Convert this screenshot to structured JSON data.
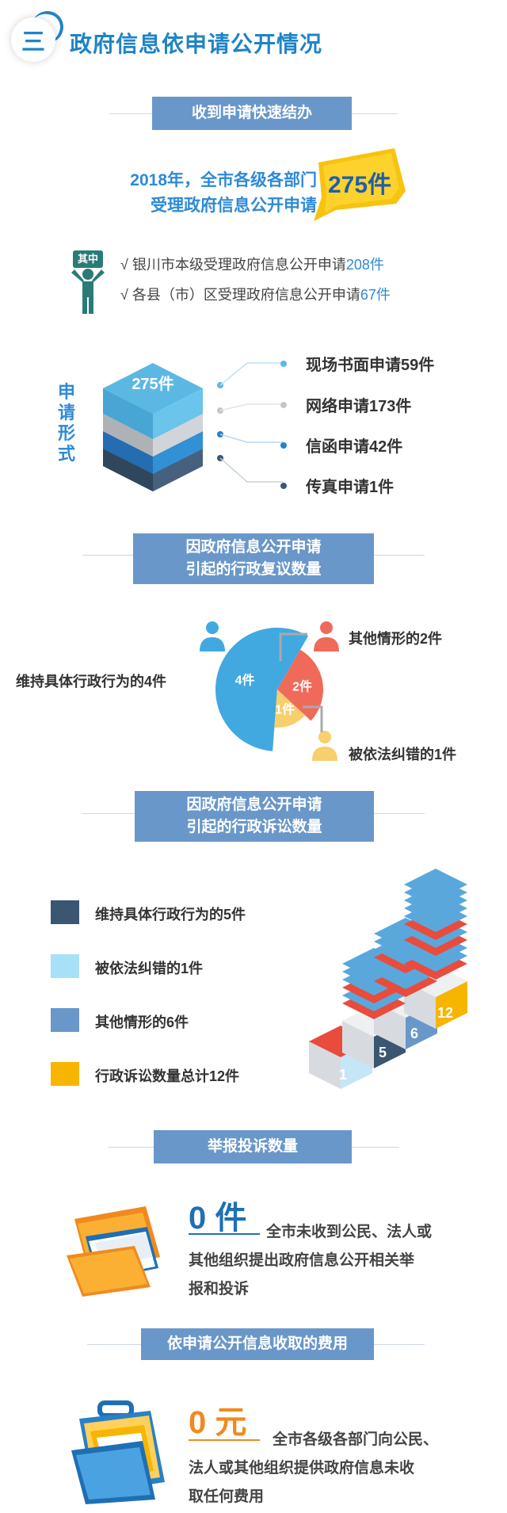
{
  "header": {
    "number": "三",
    "title": "政府信息依申请公开情况"
  },
  "section1": {
    "title": "收到申请快速结办",
    "intro_line1": "2018年，全市各级各部门",
    "intro_line2": "受理政府信息公开申请",
    "total_badge": "275件",
    "tag": "其中",
    "items": [
      {
        "prefix": "√ 银川市本级受理政府信息公开申请",
        "value": "208件"
      },
      {
        "prefix": "√ 各县（市）区受理政府信息公开申请",
        "value": "67件"
      }
    ]
  },
  "forms": {
    "label": "申请形式",
    "stack_total": "275件",
    "items": [
      {
        "label": "现场书面申请59件",
        "color": "#5bb8e3"
      },
      {
        "label": "网络申请173件",
        "color": "#c3c7cc"
      },
      {
        "label": "信函申请42件",
        "color": "#2a80c6"
      },
      {
        "label": "传真申请1件",
        "color": "#3b5671"
      }
    ],
    "colors": [
      "#5bb8e3",
      "#c3c7cc",
      "#2a80c6",
      "#3b5671"
    ]
  },
  "section2": {
    "title_line1": "因政府信息公开申请",
    "title_line2": "引起的行政复议数量",
    "labels": {
      "maintain": "维持具体行政行为的4件",
      "other": "其他情形的2件",
      "corrected": "被依法纠错的1件"
    },
    "colors": {
      "maintain": "#41a9e0",
      "other": "#f06a5a",
      "corrected": "#f7cf6c"
    }
  },
  "chart_data": {
    "type": "pie",
    "title": "",
    "categories": [
      "维持具体行政行为",
      "其他情形",
      "被依法纠错"
    ],
    "values": [
      4,
      2,
      1
    ],
    "labels": [
      "4件",
      "2件",
      "1件"
    ]
  },
  "section3": {
    "title_line1": "因政府信息公开申请",
    "title_line2": "引起的行政诉讼数量",
    "legend": [
      {
        "label": "维持具体行政行为的5件",
        "color": "#3b5671"
      },
      {
        "label": "被依法纠错的1件",
        "color": "#a8e0f8"
      },
      {
        "label": "其他情形的6件",
        "color": "#6a97c9"
      },
      {
        "label": "行政诉讼数量总计12件",
        "color": "#f7b500"
      }
    ],
    "block_numbers": [
      "1",
      "5",
      "6",
      "12"
    ]
  },
  "section4": {
    "title": "举报投诉数量",
    "big": "0 件",
    "desc1": "全市未收到公民、法人或",
    "desc2": "其他组织提出政府信息公开相关举",
    "desc3": "报和投诉"
  },
  "section5": {
    "title": "依申请公开信息收取的费用",
    "big": "0 元",
    "desc1": "全市各级各部门向公民、",
    "desc2": "法人或其他组织提供政府信息未收",
    "desc3": "取任何费用"
  }
}
